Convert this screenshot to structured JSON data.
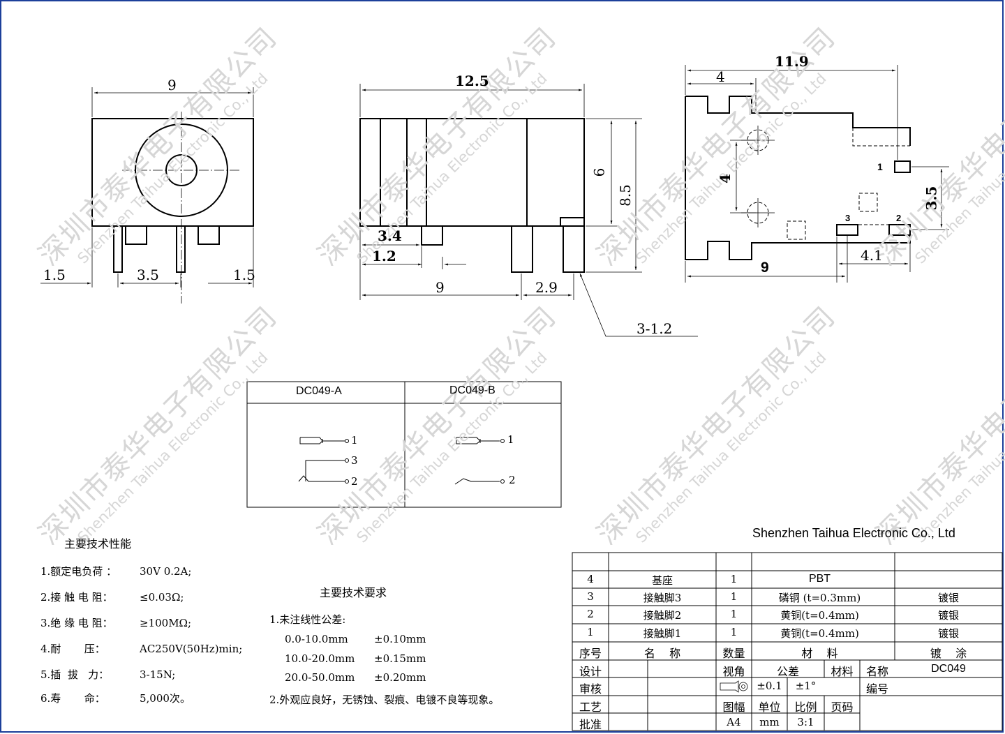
{
  "watermark": {
    "cn": "深圳市泰华电子有限公司",
    "en": "Shenzhen Taihua Electronic Co., Ltd"
  },
  "front_view": {
    "width": "9",
    "pitch": "3.5",
    "margin_left": "1.5",
    "margin_right": "1.5"
  },
  "side_view": {
    "length": "12.5",
    "d_3_4": "3.4",
    "d_1_2": "1.2",
    "d_9": "9",
    "d_2_9": "2.9",
    "height_6": "6",
    "height_8_5": "8.5",
    "pin_note": "3-1.2"
  },
  "bottom_view": {
    "length": "11.9",
    "d_4_top": "4",
    "d_4_vertical": "4",
    "d_3_5": "3.5",
    "d_4_1": "4.1",
    "d_9": "9",
    "pin1": "1",
    "pin2": "2",
    "pin3": "3"
  },
  "schematic": {
    "col_a": "DC049-A",
    "col_b": "DC049-B",
    "a_labels": [
      "1",
      "3",
      "2"
    ],
    "b_labels": [
      "1",
      "2"
    ]
  },
  "performance": {
    "title": "主要技术性能",
    "items": [
      {
        "k": "1.额定电负荷 ：",
        "v": "30V 0.2A;"
      },
      {
        "k": "2.接 触 电 阻：",
        "v": "≤0.03Ω;"
      },
      {
        "k": "3.绝 缘 电 阻：",
        "v": "≥100MΩ;"
      },
      {
        "k": "4.耐       压：",
        "v": "AC250V(50Hz)min;"
      },
      {
        "k": "5.插  拔   力：",
        "v": "3-15N;"
      },
      {
        "k": "6.寿       命：",
        "v": "5,000次。"
      }
    ]
  },
  "requirements": {
    "title": "主要技术要求",
    "line1": "1.未注线性公差:",
    "tolerances": [
      {
        "range": "0.0-10.0mm",
        "tol": "±0.10mm"
      },
      {
        "range": "10.0-20.0mm",
        "tol": "±0.15mm"
      },
      {
        "range": "20.0-50.0mm",
        "tol": "±0.20mm"
      }
    ],
    "line2": "2.外观应良好，无锈蚀、裂痕、电镀不良等现象。"
  },
  "company": "Shenzhen Taihua Electronic Co., Ltd",
  "bom": {
    "rows": [
      {
        "no": "4",
        "name": "基座",
        "qty": "1",
        "material": "PBT",
        "finish": ""
      },
      {
        "no": "3",
        "name": "接触脚3",
        "qty": "1",
        "material": "磷铜 (t=0.3mm)",
        "finish": "镀银"
      },
      {
        "no": "2",
        "name": "接触脚2",
        "qty": "1",
        "material": "黄铜(t=0.4mm)",
        "finish": "镀银"
      },
      {
        "no": "1",
        "name": "接触脚1",
        "qty": "1",
        "material": "黄铜(t=0.4mm)",
        "finish": "镀银"
      }
    ],
    "header": {
      "no": "序号",
      "name": "名    称",
      "qty": "数量",
      "material": "材    料",
      "finish": "镀    涂"
    }
  },
  "title_block": {
    "design": "设计",
    "review": "审核",
    "process": "工艺",
    "approve": "批准",
    "view": "视角",
    "tolerance": "公差",
    "material": "材料",
    "name_label": "名称",
    "name_value": "DC049",
    "tol_linear": "±0.1",
    "tol_angle": "±1°",
    "number_label": "编号",
    "sheet_size_label": "图幅",
    "unit_label": "单位",
    "scale_label": "比例",
    "page_label": "页码",
    "sheet_size": "A4",
    "unit": "mm",
    "scale": "3:1"
  }
}
